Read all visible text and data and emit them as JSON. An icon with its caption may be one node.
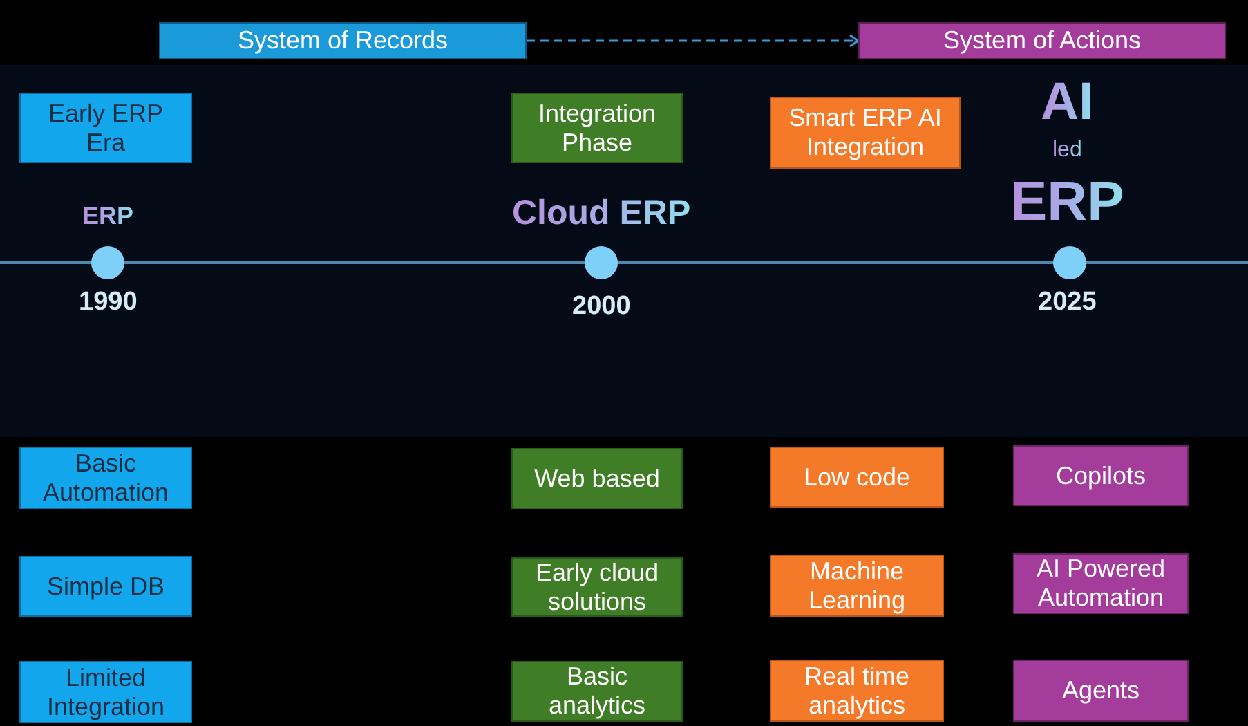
{
  "diagram": {
    "nodes": [
      {
        "text": [
          "System of Records"
        ]
      },
      {
        "text": [
          "System of Actions"
        ]
      },
      {
        "text": [
          "Early ERP Era"
        ]
      },
      {
        "text": [
          "Integration Phase"
        ]
      },
      {
        "text": [
          "Smart ERP AI Integration"
        ]
      },
      {
        "text": [
          "Basic Automation"
        ]
      },
      {
        "text": [
          "Web based"
        ]
      },
      {
        "text": [
          "Low code"
        ]
      },
      {
        "text": [
          "Copilots"
        ]
      },
      {
        "text": [
          "Simple DB"
        ]
      },
      {
        "text": [
          "Early cloud solutions"
        ]
      },
      {
        "text": [
          "Machine Learning"
        ]
      },
      {
        "text": [
          "AI Powered Automation"
        ]
      },
      {
        "text": [
          "Limited Integration"
        ]
      },
      {
        "text": [
          "Basic analytics"
        ]
      },
      {
        "text": [
          "Real time analytics"
        ]
      },
      {
        "text": [
          "Agents"
        ]
      }
    ],
    "edges": [
      {
        "from": 0,
        "to": 1,
        "arrow": "to",
        "style": "dashed"
      }
    ],
    "labels": [
      "ERP",
      "Cloud ERP",
      "AI",
      "led",
      "ERP",
      "1990",
      "2000",
      "2025"
    ]
  }
}
